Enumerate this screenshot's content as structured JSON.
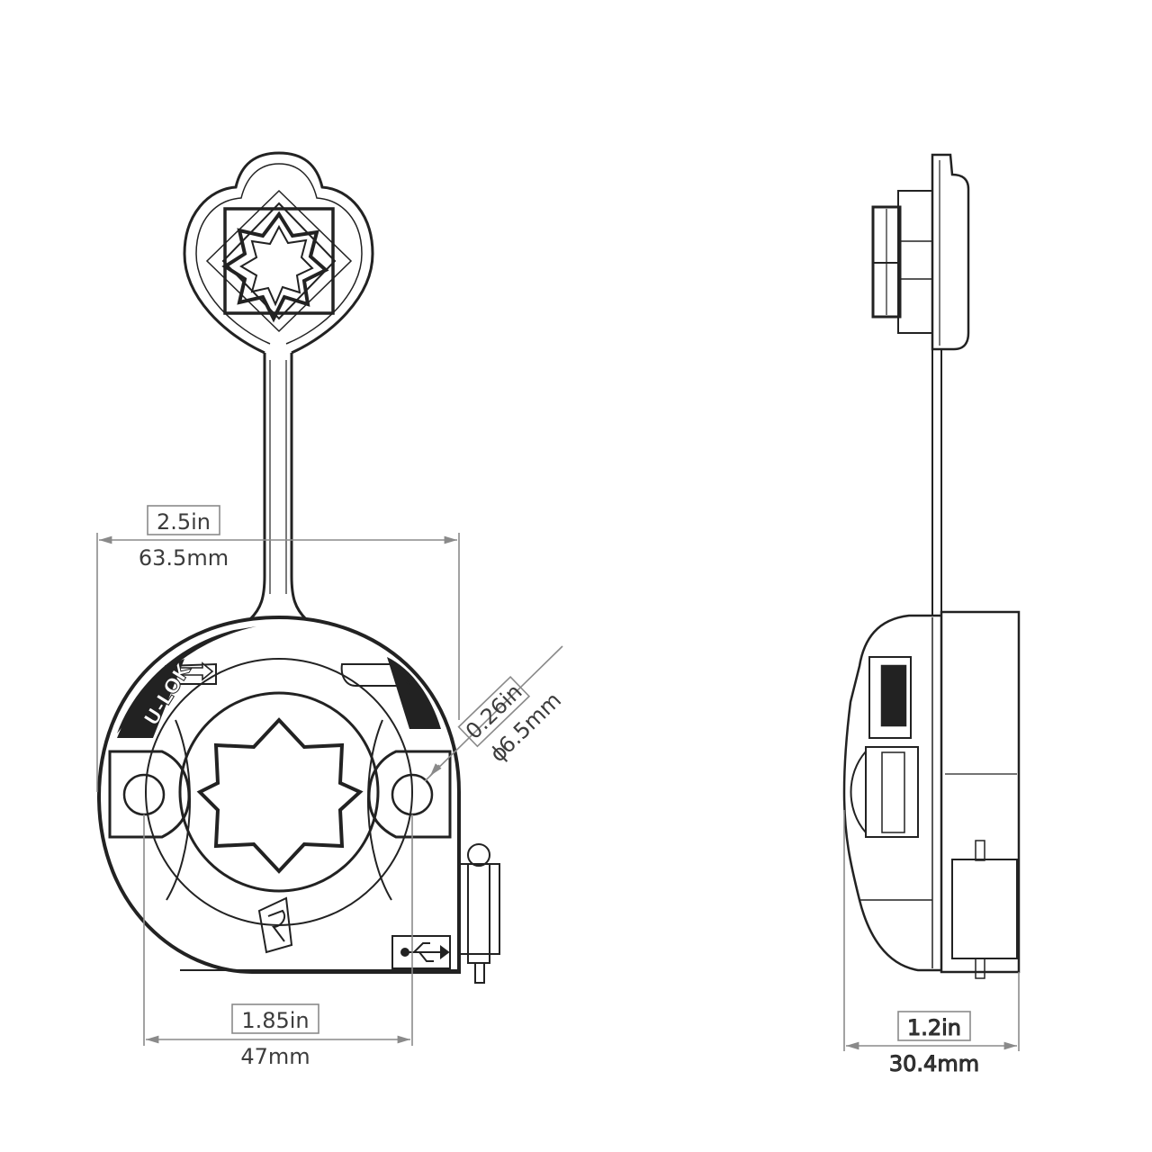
{
  "colors": {
    "line": "#222222",
    "dimension": "#8a8a8a",
    "text": "#3c3c3c",
    "background": "#ffffff"
  },
  "front_view": {
    "width": {
      "imperial": "2.5in",
      "metric": "63.5mm"
    },
    "hole_spacing": {
      "imperial": "1.85in",
      "metric": "47mm"
    },
    "hole_diameter": {
      "imperial": "0.26in",
      "metric": "6.5mm",
      "symbol": "ϕ"
    },
    "body_text": "U-LOK",
    "icons": [
      "arrow-icon",
      "logo-icon",
      "usb-icon"
    ]
  },
  "side_view": {
    "depth": {
      "imperial": "1.2in",
      "metric": "30.4mm"
    }
  }
}
